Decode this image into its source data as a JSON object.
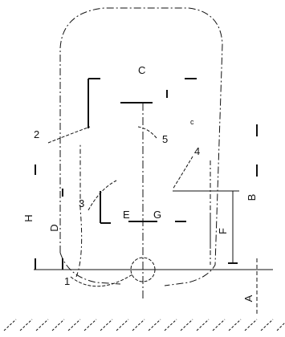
{
  "diagram": {
    "colors": {
      "ink": "#111111",
      "paper": "#ffffff"
    },
    "labels": {
      "A": "A",
      "B": "B",
      "C": "C",
      "D": "D",
      "E": "E",
      "F": "F",
      "G": "G",
      "H": "H",
      "c": "c",
      "n1": "1",
      "n2": "2",
      "n3": "3",
      "n4": "4",
      "n5": "5"
    }
  }
}
